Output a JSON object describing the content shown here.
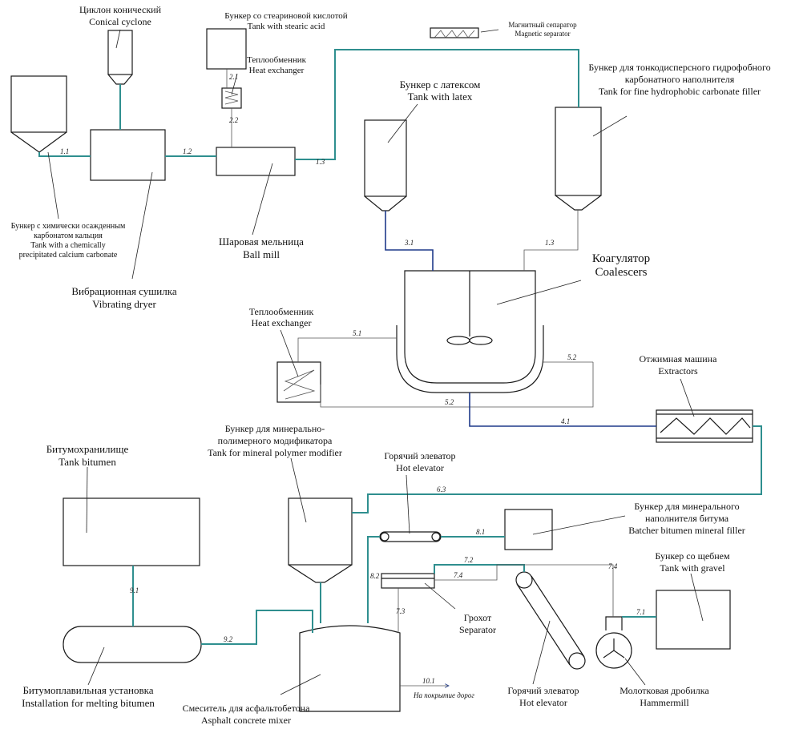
{
  "colors": {
    "pipe": "#2f8f8f",
    "flow": "#1f3a8a",
    "line": "#1a1a1a"
  },
  "labels": {
    "cyclone_ru": "Циклон конический",
    "cyclone_en": "Conical cyclone",
    "stearic_ru": "Бункер со стеариновой кислотой",
    "stearic_en": "Tank with stearic acid",
    "hx1_ru": "Теплообменник",
    "hx1_en": "Heat exchanger",
    "magsep_ru": "Магнитный сепаратор",
    "magsep_en": "Magnetic separator",
    "finefill_ru1": "Бункер для тонкодисперсного гидрофобного",
    "finefill_ru2": "карбонатного наполнителя",
    "finefill_en": "Tank for fine hydrophobic carbonate filler",
    "latex_ru": "Бункер с латексом",
    "latex_en": "Tank with latex",
    "caco3_ru1": "Бункер с химически осажденным",
    "caco3_ru2": "карбонатом кальция",
    "caco3_en1": "Tank with a chemically",
    "caco3_en2": "precipitated calcium carbonate",
    "ballmill_ru": "Шаровая мельница",
    "ballmill_en": "Ball mill",
    "dryer_ru": "Вибрационная сушилка",
    "dryer_en": "Vibrating dryer",
    "coag_ru": "Коагулятор",
    "coag_en": "Coalescers",
    "hx2_ru": "Теплообменник",
    "hx2_en": "Heat exchanger",
    "extr_ru": "Отжимная машина",
    "extr_en": "Extractors",
    "bitstore_ru": "Битумохранилище",
    "bitstore_en": "Tank bitumen",
    "mpm_ru1": "Бункер для минерально-",
    "mpm_ru2": "полимерного модификатора",
    "mpm_en": "Tank for mineral polymer modifier",
    "hotelev1_ru": "Горячий элеватор",
    "hotelev1_en": "Hot elevator",
    "bmf_ru1": "Бункер для минерального",
    "bmf_ru2": "наполнителя битума",
    "bmf_en": "Batcher bitumen mineral filler",
    "gravel_ru": "Бункер со щебнем",
    "gravel_en": "Tank with gravel",
    "sep_ru": "Грохот",
    "sep_en": "Separator",
    "melt_ru": "Битумоплавильная установка",
    "melt_en": "Installation for melting bitumen",
    "mixer_ru": "Смеситель для асфальтобетона",
    "mixer_en": "Asphalt concrete mixer",
    "hotelev2_ru": "Горячий элеватор",
    "hotelev2_en": "Hot elevator",
    "hammer_ru": "Молотковая дробилка",
    "hammer_en": "Hammermill",
    "road_ru": "На покрытие дорог"
  },
  "streams": {
    "s11": "1.1",
    "s12": "1.2",
    "s13a": "1.3",
    "s21": "2.1",
    "s22": "2.2",
    "s31": "3.1",
    "s13b": "1.3",
    "s51": "5.1",
    "s52a": "5.2",
    "s52b": "5.2",
    "s41": "4.1",
    "s63": "6.3",
    "s81": "8.1",
    "s82": "8.2",
    "s72": "7.2",
    "s74a": "7.4",
    "s74b": "7.4",
    "s73": "7.3",
    "s71": "7.1",
    "s91": "9.1",
    "s92": "9.2",
    "s101": "10.1"
  }
}
